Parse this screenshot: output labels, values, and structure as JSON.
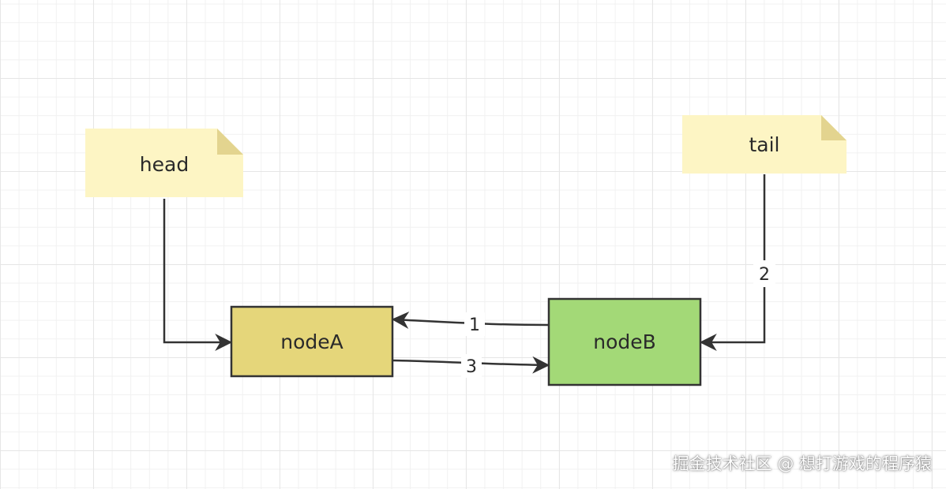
{
  "notes": {
    "head": "head",
    "tail": "tail"
  },
  "nodes": {
    "a": {
      "label": "nodeA",
      "color": "#e5d67a"
    },
    "b": {
      "label": "nodeB",
      "color": "#a3d977"
    }
  },
  "edges": {
    "b_to_a": "1",
    "tail_to_b": "2",
    "a_to_b": "3"
  },
  "colors": {
    "note_fill": "#fdf5c4",
    "note_fold": "#e3d48f",
    "stroke": "#333333"
  },
  "watermark": "掘金技术社区 @ 想打游戏的程序猿"
}
